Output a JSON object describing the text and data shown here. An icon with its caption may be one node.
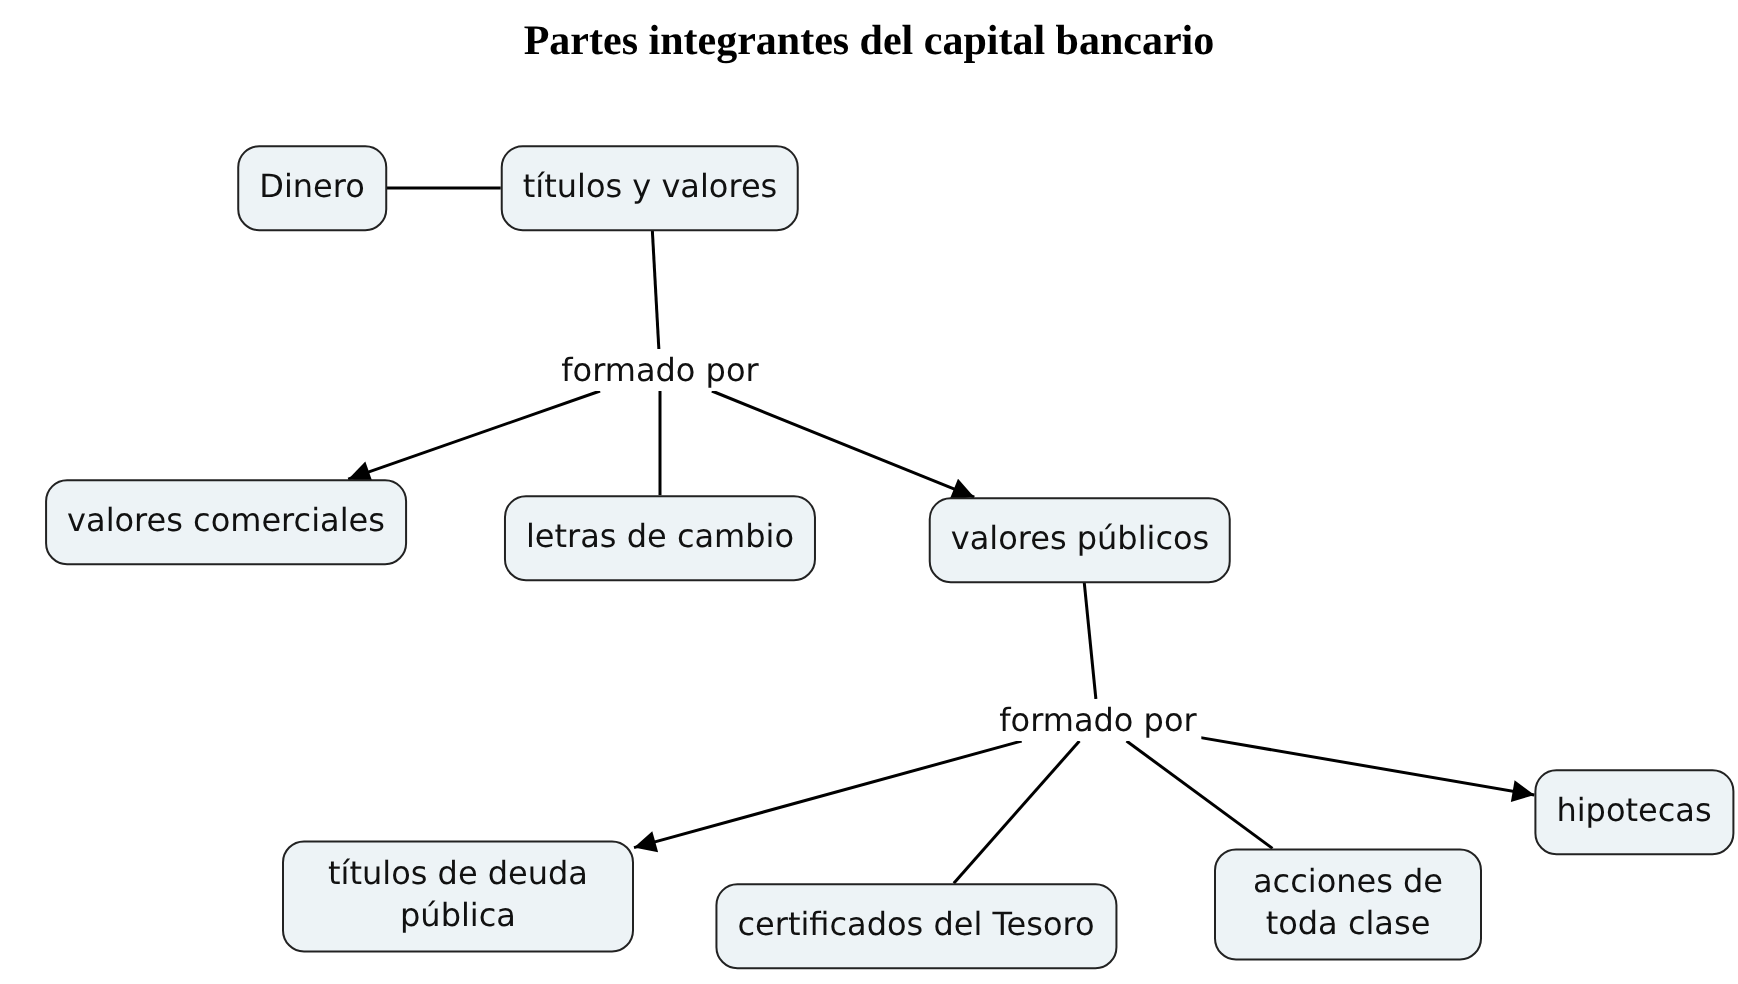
{
  "diagram": {
    "title": "Partes integrantes del capital bancario",
    "nodes": [
      {
        "text": [
          "Dinero"
        ]
      },
      {
        "text": [
          "títulos y valores"
        ]
      },
      {
        "text": [
          "formado por"
        ]
      },
      {
        "text": [
          "valores comerciales"
        ]
      },
      {
        "text": [
          "letras de cambio"
        ]
      },
      {
        "text": [
          "valores públicos"
        ]
      },
      {
        "text": [
          "formado por"
        ]
      },
      {
        "text": [
          "títulos de deuda pública"
        ]
      },
      {
        "text": [
          "certificados del Tesoro"
        ]
      },
      {
        "text": [
          "acciones de toda clase"
        ]
      },
      {
        "text": [
          "hipotecas"
        ]
      }
    ],
    "edges": [
      {
        "from": 0,
        "to": 1,
        "arrow": "none"
      },
      {
        "from": 1,
        "to": 2,
        "arrow": "none"
      },
      {
        "from": 2,
        "to": 3,
        "arrow": "to"
      },
      {
        "from": 2,
        "to": 4,
        "arrow": "none"
      },
      {
        "from": 2,
        "to": 5,
        "arrow": "to"
      },
      {
        "from": 5,
        "to": 6,
        "arrow": "none"
      },
      {
        "from": 6,
        "to": 7,
        "arrow": "to"
      },
      {
        "from": 6,
        "to": 8,
        "arrow": "none"
      },
      {
        "from": 6,
        "to": 9,
        "arrow": "none"
      },
      {
        "from": 6,
        "to": 10,
        "arrow": "to"
      }
    ]
  }
}
